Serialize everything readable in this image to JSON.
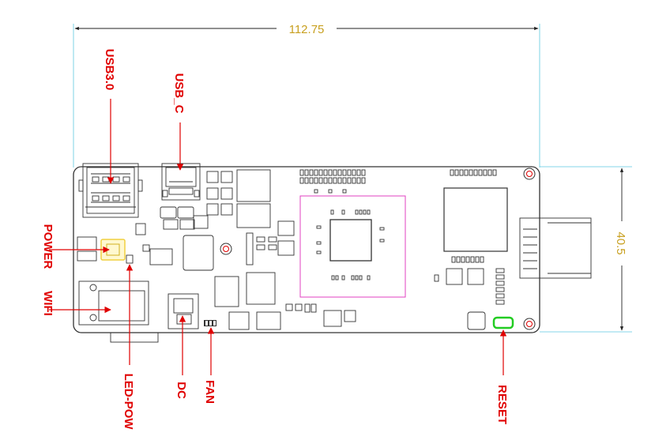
{
  "dimensions": {
    "width": "112.75",
    "height": "40.5"
  },
  "labels": {
    "usb3": "USB3.0",
    "usbc": "USB_C",
    "power": "POWER",
    "wifi": "WIFI",
    "led_pow": "LED-POW",
    "dc": "DC",
    "fan": "FAN",
    "reset": "RESET"
  },
  "colors": {
    "board_outline": "#333333",
    "callout": "#e00000",
    "dimension_text": "#c8a020",
    "extension_line": "#5ec8e0",
    "soc_outline": "#e040c0",
    "reset_button": "#22cc22",
    "power_led": "#f0d040"
  }
}
